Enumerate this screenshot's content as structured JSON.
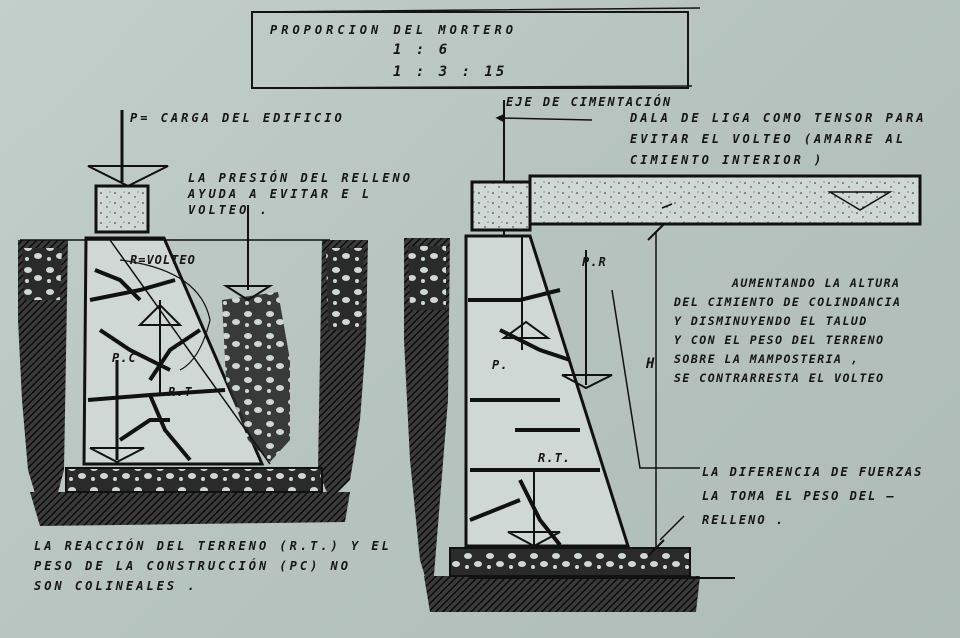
{
  "title_box": {
    "heading": "PROPORCION          DEL      MORTERO",
    "ratio_1": "1 : 6",
    "ratio_2": "1 : 3 : 15"
  },
  "left_diagram": {
    "load_label": "P= CARGA  DEL  EDIFICIO",
    "fill_pressure": [
      "LA  PRESIÓN  DEL RELLENO",
      "AYUDA  A EVITAR  E L",
      "VOLTEO ."
    ],
    "overturn_label": "R=VOLTEO",
    "pc_label": "P.C",
    "rt_label": "R.T",
    "caption": [
      "LA REACCIÓN  DEL TERRENO (R.T.)  Y  EL",
      "PESO  DE  LA  CONSTRUCCIÓN (PC)  NO",
      "SON  COLINEALES ."
    ]
  },
  "right_diagram": {
    "axis_label": "EJE DE CIMENTACIÓN",
    "tie_beam": [
      "DALA DE LIGA COMO TENSOR PARA",
      "EVITAR EL VOLTEO (AMARRE AL",
      "CIMIENTO INTERIOR )"
    ],
    "pr_label": "P.R",
    "p_label": "P.",
    "h_label": "H",
    "rt_label": "R.T.",
    "explanation": [
      "AUMENTANDO LA ALTURA",
      "DEL CIMIENTO DE COLINDANCIA",
      "Y DISMINUYENDO EL  TALUD",
      "Y CON EL PESO DEL TERRENO",
      "SOBRE LA MAMPOSTERIA ,",
      "SE CONTRARRESTA EL VOLTEO"
    ],
    "difference": [
      "LA  DIFERENCIA  DE  FUERZAS",
      "LA  TOMA  EL  PESO  DEL  —",
      "RELLENO ."
    ]
  }
}
